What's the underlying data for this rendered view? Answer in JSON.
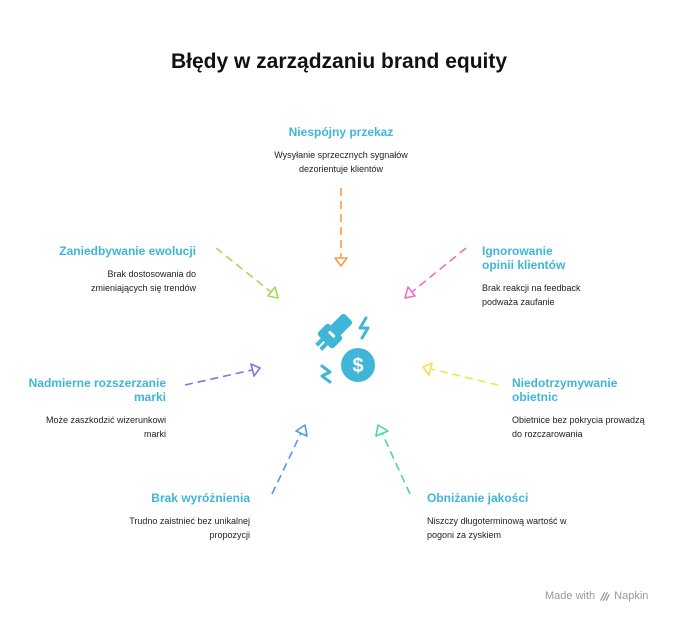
{
  "title": "Błędy w zarządzaniu brand equity",
  "items": [
    {
      "title": "Niespójny przekaz",
      "desc": "Wysyłanie sprzecznych sygnałów dezorientuje klientów",
      "color": "#f59c4a"
    },
    {
      "title": "Ignorowanie opinii klientów",
      "desc": "Brak reakcji na feedback podważa zaufanie",
      "color": "#ee6fbf"
    },
    {
      "title": "Niedotrzymywanie obietnic",
      "desc": "Obietnice bez pokrycia prowadzą do rozczarowania",
      "color": "#f1e34a"
    },
    {
      "title": "Obniżanie jakości",
      "desc": "Niszczy długoterminową wartość w pogoni za zyskiem",
      "color": "#49d8a0"
    },
    {
      "title": "Brak wyróżnienia",
      "desc": "Trudno zaistnieć bez unikalnej propozycji",
      "color": "#5b96e8"
    },
    {
      "title": "Nadmierne rozszerzanie marki",
      "desc": "Może zaszkodzić wizerunkowi marki",
      "color": "#8b6ee6"
    },
    {
      "title": "Zaniedbywanie ewolucji",
      "desc": "Brak dostosowania do zmieniających się trendów",
      "color": "#a8d65a"
    }
  ],
  "center_icon": {
    "name": "plug-dollar-icon",
    "color": "#3fb6d8"
  },
  "footer": {
    "made_with": "Made with",
    "brand": "Napkin"
  }
}
